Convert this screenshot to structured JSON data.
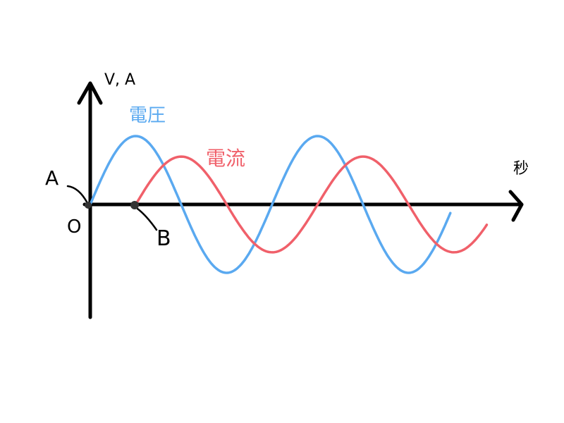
{
  "chart_data": {
    "type": "line",
    "ylabel": "V, A",
    "xlabel": "秒",
    "origin_label": "O",
    "grid": false,
    "legend": "inline labels near curves",
    "series": [
      {
        "name": "電圧",
        "color": "#5aa9f0",
        "amplitude": 1.0,
        "period": 1.0,
        "phase_shift": 0.0,
        "x_start": 0.0,
        "x_end": 1.98
      },
      {
        "name": "電流",
        "color": "#f0606a",
        "amplitude": 0.7,
        "period": 1.0,
        "phase_shift": 0.25,
        "x_start": 0.25,
        "x_end": 2.18
      }
    ],
    "xlim": [
      0,
      2.35
    ],
    "ylim": [
      -1.6,
      1.8
    ],
    "annotations": [
      {
        "label": "A",
        "x": 0.0,
        "y": 0.0
      },
      {
        "label": "B",
        "x": 0.25,
        "y": 0.0
      }
    ]
  }
}
